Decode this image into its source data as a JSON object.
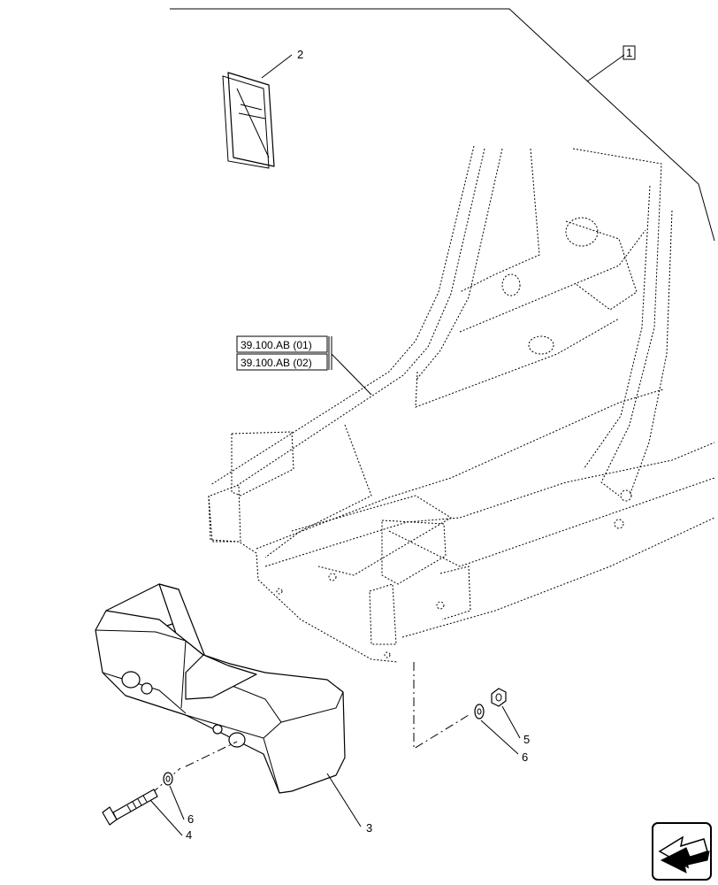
{
  "callouts": {
    "c1": "1",
    "c2": "2",
    "c3": "3",
    "c4": "4",
    "c5": "5",
    "c6a": "6",
    "c6b": "6"
  },
  "references": [
    "39.100.AB (01)",
    "39.100.AB (02)"
  ],
  "icons": {
    "nav": "arrow-left-nav-icon"
  }
}
